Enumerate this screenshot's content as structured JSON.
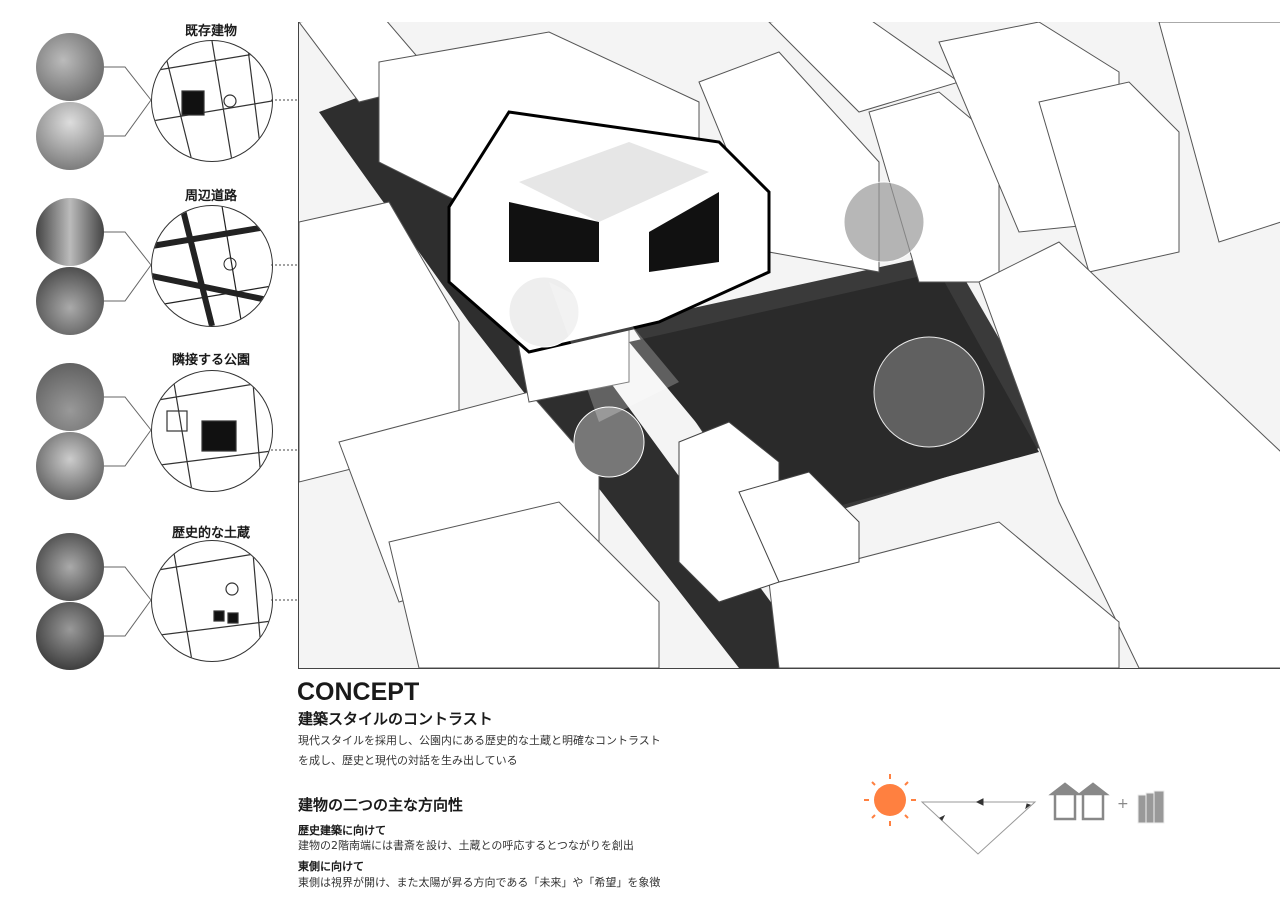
{
  "left_panel": {
    "groups": [
      {
        "label": "既存建物"
      },
      {
        "label": "周辺道路"
      },
      {
        "label": "隣接する公園"
      },
      {
        "label": "歴史的な土蔵"
      }
    ]
  },
  "concept": {
    "title": "CONCEPT",
    "section1": {
      "heading": "建築スタイルのコントラスト",
      "lines": [
        "現代スタイルを採用し、公園内にある歴史的な土蔵と明確なコントラスト",
        "を成し、歴史と現代の対話を生み出している"
      ]
    },
    "section2": {
      "heading": "建物の二つの主な方向性",
      "sub1": "歴史建築に向けて",
      "text1": "建物の2階南端には書斎を設け、土蔵との呼応するとつながりを創出",
      "sub2": "東側に向けて",
      "text2": "東側は視界が開け、また太陽が昇る方向である「未来」や「希望」を象徴"
    }
  },
  "diagram": {
    "sun_color": "#ff8040",
    "icons": [
      "sun-icon",
      "houses-icon",
      "books-icon"
    ],
    "plus": "+"
  }
}
